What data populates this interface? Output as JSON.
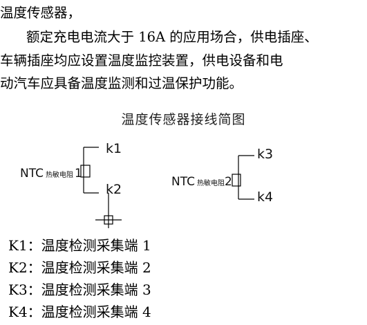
{
  "heading": "温度传感器，",
  "paragraph": {
    "line1": "额定充电电流大于 16A 的应用场合，供电插座、",
    "line2": "车辆插座均应设置温度监控装置，供电设备和电",
    "line3": "动汽车应具备温度监测和过温保护功能。"
  },
  "diagram": {
    "title": "温度传感器接线简图",
    "sensor1": {
      "ntc": "NTC",
      "desc": "热敏电阻",
      "num": "1",
      "top_label": "k1",
      "bottom_label": "k2"
    },
    "sensor2": {
      "ntc": "NTC",
      "desc": "热敏电阻",
      "num": "2",
      "top_label": "k3",
      "bottom_label": "k4"
    }
  },
  "legend": [
    {
      "key": "K1：",
      "text": "温度检测采集端 1"
    },
    {
      "key": "K2：",
      "text": "温度检测采集端 2"
    },
    {
      "key": "K3：",
      "text": "温度检测采集端 3"
    },
    {
      "key": "K4：",
      "text": "温度检测采集端 4"
    }
  ]
}
